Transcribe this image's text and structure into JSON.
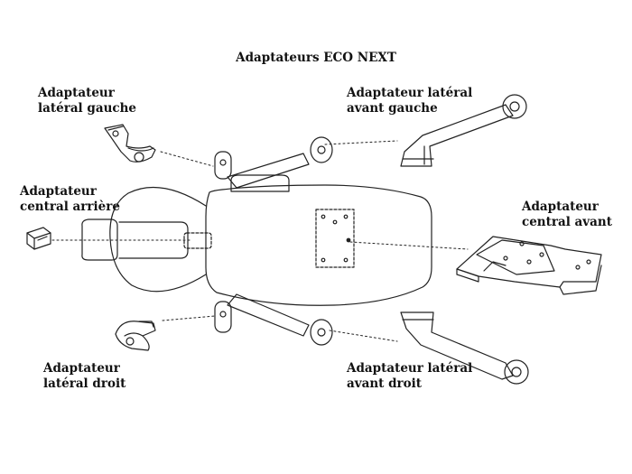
{
  "title": "Adaptateurs ECO NEXT",
  "labels": {
    "lateral_gauche": [
      "Adaptateur",
      "latéral gauche"
    ],
    "central_arriere": [
      "Adaptateur",
      "central arrière"
    ],
    "lateral_droit": [
      "Adaptateur",
      "latéral droit"
    ],
    "lateral_avant_gauche": [
      "Adaptateur latéral",
      "avant gauche"
    ],
    "central_avant": [
      "Adaptateur",
      "central avant"
    ],
    "lateral_avant_droit": [
      "Adaptateur latéral",
      "avant droit"
    ]
  }
}
